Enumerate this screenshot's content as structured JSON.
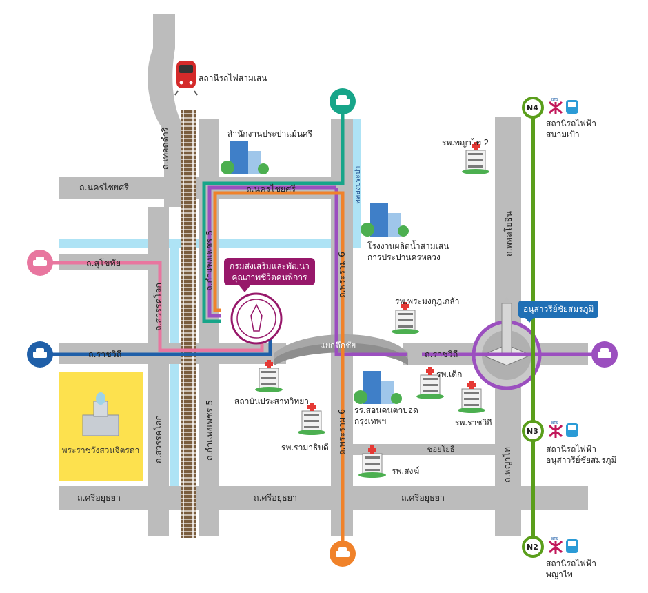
{
  "roads": {
    "nakhon_chai_si_west": "ถ.นครไชยศรี",
    "nakhon_chai_si_center": "ถ.นครไชยศรี",
    "thoet_damri": "ถ.เทอดดำริ",
    "sukhothai": "ถ.สุโขทัย",
    "sawankhalok_north": "ถ.สวรรคโลก",
    "sawankhalok_south": "ถ.สวรรคโลก",
    "kamphaeng_phet_5_north": "ถ.กำแพงเพชร 5",
    "kamphaeng_phet_5_south": "ถ.กำแพงเพชร 5",
    "ratchawithi_west": "ถ.ราชวิถี",
    "ratchawithi_east": "ถ.ราชวิถี",
    "phra_ram_6_north": "ถ.พระราม 6",
    "phra_ram_6_south": "ถ.พระราม 6",
    "phahonyothin": "ถ.พหลโยธิน",
    "phaya_thai": "ถ.พญาไท",
    "si_ayutthaya_west": "ถ.ศรีอยุธยา",
    "si_ayutthaya_center": "ถ.ศรีอยุธยา",
    "si_ayutthaya_east": "ถ.ศรีอยุธยา",
    "soi_yothi": "ซอยโยธี",
    "canal": "คลองประปา",
    "intersection": "แยกตึกชัย"
  },
  "places": {
    "samsen_station": "สถานีรถไฟสามเสน",
    "water_office": "สำนักงานประปาแม้นศรี",
    "water_plant_line1": "โรงงานผลิตน้ำสามเสน",
    "water_plant_line2": "การประปานครหลวง",
    "dept_line1": "กรมส่งเสริมและพัฒนา",
    "dept_line2": "คุณภาพชีวิตคนพิการ",
    "phyathai2": "รพ.พญาไท 2",
    "phramongkut": "รพ.พระมงกุฎเกล้า",
    "victory_monument": "อนุสาวรีย์ชัยสมรภูมิ",
    "prasat": "สถาบันประสาทวิทยา",
    "children": "รพ.เด็ก",
    "blind_school_line1": "รร.สอนคนตาบอด",
    "blind_school_line2": "กรุงเทพฯ",
    "ramathibodi": "รพ.รามาธิบดี",
    "rajavithi": "รพ.ราชวิถี",
    "songkhro": "รพ.สงฆ์",
    "palace": "พระราชวังสวนจิตรดา"
  },
  "bts": [
    {
      "code": "N4",
      "line1": "สถานีรถไฟฟ้า",
      "line2": "สนามเป้า",
      "color": "#5a9e1b"
    },
    {
      "code": "N3",
      "line1": "สถานีรถไฟฟ้า",
      "line2": "อนุสาวรีย์ชัยสมรภูมิ",
      "color": "#5a9e1b"
    },
    {
      "code": "N2",
      "line1": "สถานีรถไฟฟ้า",
      "line2": "พญาไท",
      "color": "#5a9e1b"
    }
  ],
  "bts_logo": "BTS",
  "taxi_routes": [
    {
      "name": "teal",
      "color": "#17a589"
    },
    {
      "name": "pink",
      "color": "#e8769f"
    },
    {
      "name": "blue",
      "color": "#1f5fa8"
    },
    {
      "name": "purple",
      "color": "#9b4fbf"
    },
    {
      "name": "orange",
      "color": "#f0822a"
    }
  ],
  "colors": {
    "road": "#bcbcbc",
    "water": "#aee3f5",
    "callout": "#97186a",
    "palace": "#fde14e",
    "bts_line": "#5a9e1b"
  }
}
